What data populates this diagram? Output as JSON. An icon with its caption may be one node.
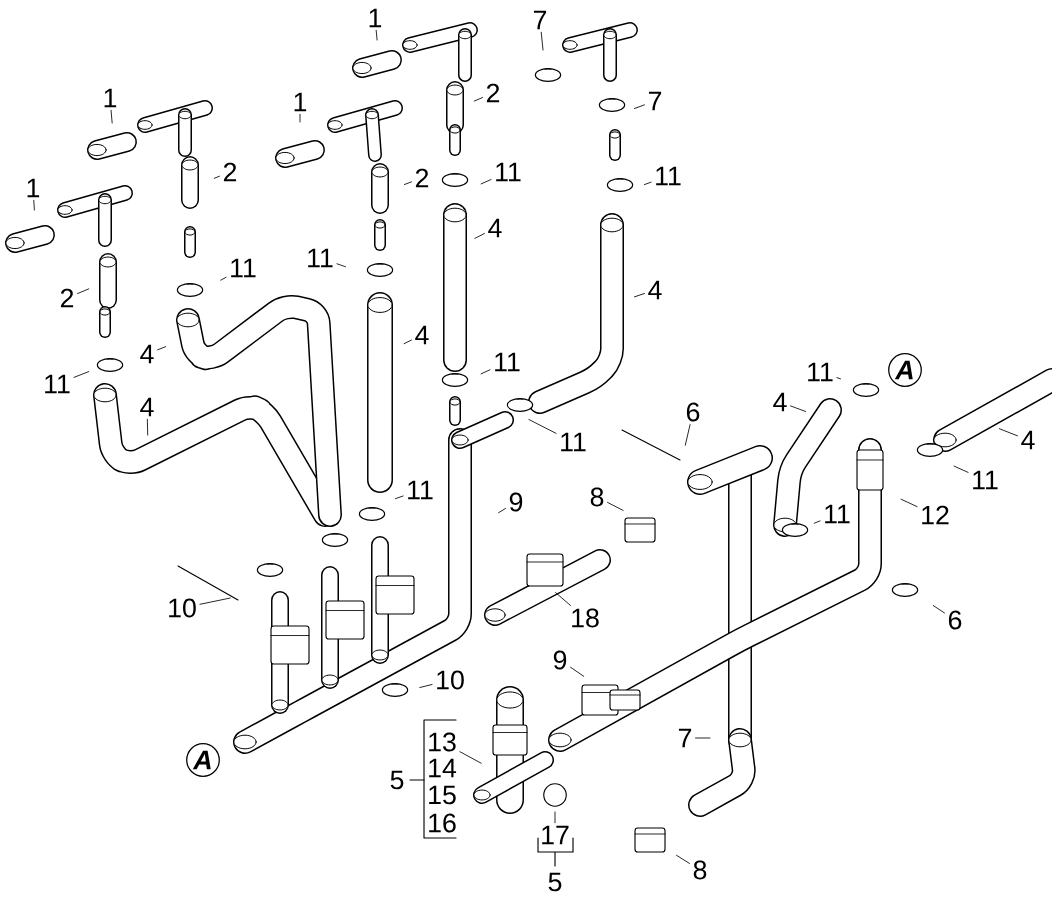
{
  "diagram": {
    "nodes": [
      {
        "text": [
          "1"
        ]
      },
      {
        "text": [
          "7"
        ]
      },
      {
        "text": [
          "1"
        ]
      },
      {
        "text": [
          "1"
        ]
      },
      {
        "text": [
          "2"
        ]
      },
      {
        "text": [
          "7"
        ]
      },
      {
        "text": [
          "1"
        ]
      },
      {
        "text": [
          "2"
        ]
      },
      {
        "text": [
          "2"
        ]
      },
      {
        "text": [
          "11"
        ]
      },
      {
        "text": [
          "11"
        ]
      },
      {
        "text": [
          "4"
        ]
      },
      {
        "text": [
          "11"
        ]
      },
      {
        "text": [
          "11"
        ]
      },
      {
        "text": [
          "4"
        ]
      },
      {
        "text": [
          "2"
        ]
      },
      {
        "text": [
          "4"
        ]
      },
      {
        "text": [
          "4"
        ]
      },
      {
        "text": [
          "11"
        ]
      },
      {
        "text": [
          "11"
        ]
      },
      {
        "text": [
          "11"
        ]
      },
      {
        "text": [
          "A"
        ]
      },
      {
        "text": [
          "4"
        ]
      },
      {
        "text": [
          "6"
        ]
      },
      {
        "text": [
          "4"
        ]
      },
      {
        "text": [
          "11"
        ]
      },
      {
        "text": [
          "4"
        ]
      },
      {
        "text": [
          "11"
        ]
      },
      {
        "text": [
          "11"
        ]
      },
      {
        "text": [
          "9"
        ]
      },
      {
        "text": [
          "8"
        ]
      },
      {
        "text": [
          "11"
        ]
      },
      {
        "text": [
          "12"
        ]
      },
      {
        "text": [
          "10"
        ]
      },
      {
        "text": [
          "18"
        ]
      },
      {
        "text": [
          "6"
        ]
      },
      {
        "text": [
          "9"
        ]
      },
      {
        "text": [
          "10"
        ]
      },
      {
        "text": [
          "A"
        ]
      },
      {
        "text": [
          "13"
        ]
      },
      {
        "text": [
          "7"
        ]
      },
      {
        "text": [
          "17"
        ]
      },
      {
        "text": [
          "8"
        ]
      }
    ],
    "edges": [
      {
        "from": 0,
        "to": null,
        "arrow": "none"
      },
      {
        "from": 1,
        "to": null,
        "arrow": "none"
      },
      {
        "from": 2,
        "to": null,
        "arrow": "none"
      },
      {
        "from": 3,
        "to": null,
        "arrow": "none"
      },
      {
        "from": 4,
        "to": null,
        "arrow": "none"
      },
      {
        "from": 5,
        "to": null,
        "arrow": "none"
      },
      {
        "from": 6,
        "to": null,
        "arrow": "none"
      },
      {
        "from": 7,
        "to": null,
        "arrow": "none"
      },
      {
        "from": 8,
        "to": null,
        "arrow": "none"
      },
      {
        "from": 9,
        "to": null,
        "arrow": "none"
      },
      {
        "from": 10,
        "to": null,
        "arrow": "none"
      },
      {
        "from": 11,
        "to": null,
        "arrow": "none"
      },
      {
        "from": 12,
        "to": null,
        "arrow": "none"
      },
      {
        "from": 13,
        "to": null,
        "arrow": "none"
      },
      {
        "from": 14,
        "to": null,
        "arrow": "none"
      },
      {
        "from": 15,
        "to": null,
        "arrow": "none"
      },
      {
        "from": 16,
        "to": null,
        "arrow": "none"
      },
      {
        "from": 17,
        "to": null,
        "arrow": "none"
      },
      {
        "from": 18,
        "to": null,
        "arrow": "none"
      },
      {
        "from": 19,
        "to": null,
        "arrow": "none"
      },
      {
        "from": 20,
        "to": null,
        "arrow": "none"
      },
      {
        "from": 22,
        "to": null,
        "arrow": "none"
      },
      {
        "from": 23,
        "to": null,
        "arrow": "none"
      },
      {
        "from": 24,
        "to": null,
        "arrow": "none"
      },
      {
        "from": 25,
        "to": null,
        "arrow": "none"
      },
      {
        "from": 26,
        "to": null,
        "arrow": "none"
      },
      {
        "from": 27,
        "to": null,
        "arrow": "none"
      },
      {
        "from": 28,
        "to": null,
        "arrow": "none"
      },
      {
        "from": 29,
        "to": null,
        "arrow": "none"
      },
      {
        "from": 30,
        "to": null,
        "arrow": "none"
      },
      {
        "from": 31,
        "to": null,
        "arrow": "none"
      },
      {
        "from": 32,
        "to": null,
        "arrow": "none"
      },
      {
        "from": 33,
        "to": null,
        "arrow": "none"
      },
      {
        "from": 34,
        "to": null,
        "arrow": "none"
      },
      {
        "from": 35,
        "to": null,
        "arrow": "none"
      },
      {
        "from": 36,
        "to": null,
        "arrow": "none"
      },
      {
        "from": 37,
        "to": null,
        "arrow": "none"
      },
      {
        "from": 39,
        "to": null,
        "arrow": "none"
      },
      {
        "from": 40,
        "to": null,
        "arrow": "none"
      },
      {
        "from": 41,
        "to": null,
        "arrow": "none"
      },
      {
        "from": 42,
        "to": null,
        "arrow": "none"
      }
    ],
    "labels": [
      "14",
      "5",
      "15",
      "16",
      "5"
    ]
  }
}
